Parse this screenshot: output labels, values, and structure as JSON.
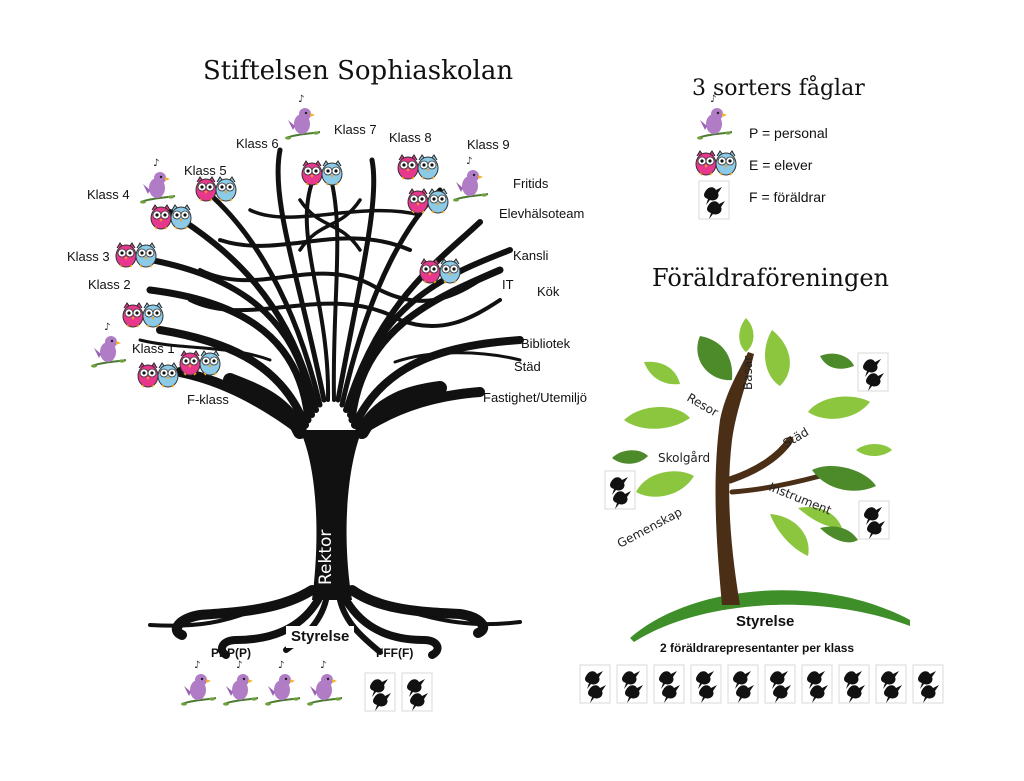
{
  "left_tree": {
    "title": "Stiftelsen Sophiaskolan",
    "trunk_label": "Rektor",
    "root_label": "Styrelse",
    "left_root_label": "PPP(P)",
    "right_root_label": "FFF(F)",
    "branch_labels": {
      "fklass": "F-klass",
      "klass1": "Klass 1",
      "klass2": "Klass 2",
      "klass3": "Klass 3",
      "klass4": "Klass 4",
      "klass5": "Klass 5",
      "klass6": "Klass 6",
      "klass7": "Klass 7",
      "klass8": "Klass 8",
      "klass9": "Klass 9",
      "fritids": "Fritids",
      "elevhalsoteam": "Elevhälsoteam",
      "kansli": "Kansli",
      "it": "IT",
      "kok": "Kök",
      "bibliotek": "Bibliotek",
      "stad": "Städ",
      "fastighet": "Fastighet/Utemiljö"
    }
  },
  "legend": {
    "title": "3 sorters fåglar",
    "items": [
      {
        "icon": "purple-bird-icon",
        "text": "P = personal"
      },
      {
        "icon": "owl-pair-icon",
        "text": "E = elever"
      },
      {
        "icon": "black-birds-icon",
        "text": "F = föräldrar"
      }
    ]
  },
  "right_tree": {
    "title": "Föräldraföreningen",
    "leaf_labels": {
      "basar": "Basar",
      "resor": "Resor",
      "stad": "Städ",
      "skolgard": "Skolgård",
      "instrument": "Instrument",
      "gemenskap": "Gemenskap"
    },
    "base_label": "Styrelse",
    "caption": "2 föräldrarepresentanter per klass"
  },
  "colors": {
    "ink": "#111111",
    "owl_pink": "#e8388e",
    "owl_blue": "#8ccbe8",
    "bird_purple": "#b07cc6",
    "leaf_dark": "#4c8a2a",
    "leaf_light": "#8cc63f",
    "trunk_brown": "#4a2e16"
  }
}
